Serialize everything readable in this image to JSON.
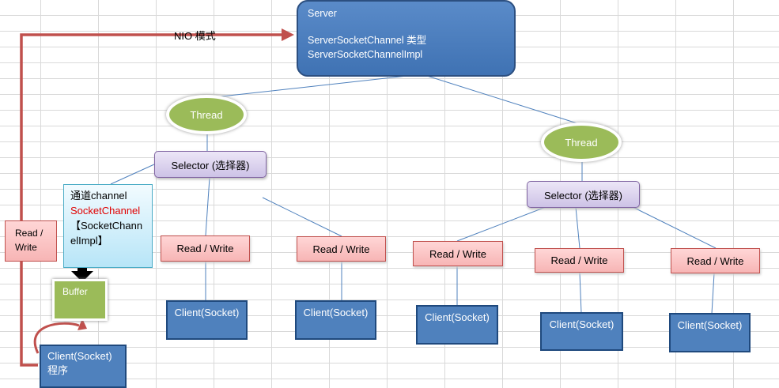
{
  "server": {
    "line1": "Server",
    "line2": "ServerSocketChannel 类型",
    "line3": "ServerSocketChannelImpl"
  },
  "nio_label": "NIO 模式",
  "threads": [
    "Thread",
    "Thread"
  ],
  "selectors": [
    "Selector (选择器)",
    "Selector (选择器)"
  ],
  "channel": {
    "line1": "通道channel",
    "line2": "SocketChannel",
    "line3": "【SocketChann",
    "line4": "elImpl】"
  },
  "buffer": "Buffer",
  "left_rw": {
    "line1": "Read /",
    "line2": "Write"
  },
  "read_write": [
    "Read / Write",
    "Read / Write",
    "Read / Write",
    "Read / Write",
    "Read / Write"
  ],
  "clients": [
    "Client(Socket)",
    "Client(Socket)",
    "Client(Socket)",
    "Client(Socket)",
    "Client(Socket)"
  ],
  "client_program": {
    "line1": "Client(Socket)",
    "line2": "程序"
  },
  "colors": {
    "server_fill": "#4f81bd",
    "thread_fill": "#9bbb59",
    "selector_fill": "#ccc0e6",
    "rw_fill": "#f7b5b5",
    "connector_red": "#c0504d",
    "line_blue": "#4f81bd"
  }
}
